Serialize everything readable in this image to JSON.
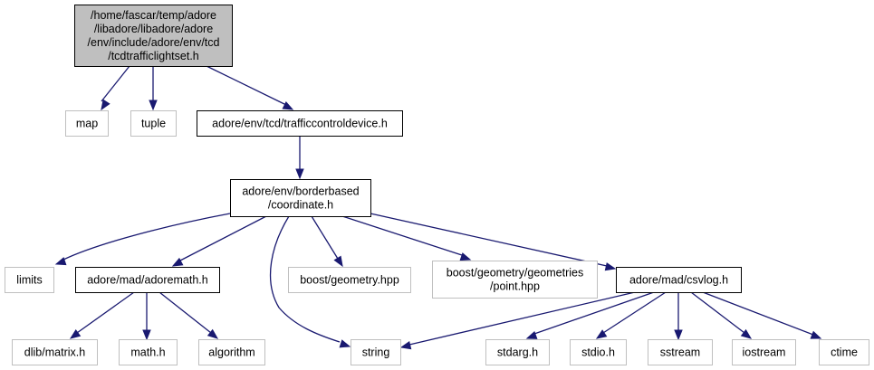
{
  "diagram": {
    "type": "include-dependency-graph",
    "colors": {
      "edge": "#191970",
      "root_fill": "#bfbfbf",
      "root_border": "#000000",
      "local_border": "#000000",
      "external_border": "#bfbfbf",
      "background": "#ffffff"
    },
    "nodes": [
      {
        "id": "root",
        "kind": "root",
        "lines": [
          "/home/fascar/temp/adore",
          "/libadore/libadore/adore",
          "/env/include/adore/env/tcd",
          "/tcdtrafficlightset.h"
        ]
      },
      {
        "id": "map",
        "kind": "external",
        "lines": [
          "map"
        ]
      },
      {
        "id": "tuple",
        "kind": "external",
        "lines": [
          "tuple"
        ]
      },
      {
        "id": "tcd",
        "kind": "local",
        "lines": [
          "adore/env/tcd/trafficcontroldevice.h"
        ]
      },
      {
        "id": "coord",
        "kind": "local",
        "lines": [
          "adore/env/borderbased",
          "/coordinate.h"
        ]
      },
      {
        "id": "limits",
        "kind": "external",
        "lines": [
          "limits"
        ]
      },
      {
        "id": "adoremath",
        "kind": "local",
        "lines": [
          "adore/mad/adoremath.h"
        ]
      },
      {
        "id": "bgeom",
        "kind": "external",
        "lines": [
          "boost/geometry.hpp"
        ]
      },
      {
        "id": "bpoint",
        "kind": "external",
        "lines": [
          "boost/geometry/geometries",
          "/point.hpp"
        ]
      },
      {
        "id": "csvlog",
        "kind": "local",
        "lines": [
          "adore/mad/csvlog.h"
        ]
      },
      {
        "id": "dlib",
        "kind": "external",
        "lines": [
          "dlib/matrix.h"
        ]
      },
      {
        "id": "math",
        "kind": "external",
        "lines": [
          "math.h"
        ]
      },
      {
        "id": "algorithm",
        "kind": "external",
        "lines": [
          "algorithm"
        ]
      },
      {
        "id": "string",
        "kind": "external",
        "lines": [
          "string"
        ]
      },
      {
        "id": "stdarg",
        "kind": "external",
        "lines": [
          "stdarg.h"
        ]
      },
      {
        "id": "stdio",
        "kind": "external",
        "lines": [
          "stdio.h"
        ]
      },
      {
        "id": "sstream",
        "kind": "external",
        "lines": [
          "sstream"
        ]
      },
      {
        "id": "iostream",
        "kind": "external",
        "lines": [
          "iostream"
        ]
      },
      {
        "id": "ctime",
        "kind": "external",
        "lines": [
          "ctime"
        ]
      }
    ],
    "edges": [
      {
        "from": "root",
        "to": "map"
      },
      {
        "from": "root",
        "to": "tuple"
      },
      {
        "from": "root",
        "to": "tcd"
      },
      {
        "from": "tcd",
        "to": "coord"
      },
      {
        "from": "coord",
        "to": "limits"
      },
      {
        "from": "coord",
        "to": "adoremath"
      },
      {
        "from": "coord",
        "to": "string"
      },
      {
        "from": "coord",
        "to": "bgeom"
      },
      {
        "from": "coord",
        "to": "bpoint"
      },
      {
        "from": "coord",
        "to": "csvlog"
      },
      {
        "from": "adoremath",
        "to": "dlib"
      },
      {
        "from": "adoremath",
        "to": "math"
      },
      {
        "from": "adoremath",
        "to": "algorithm"
      },
      {
        "from": "csvlog",
        "to": "string"
      },
      {
        "from": "csvlog",
        "to": "stdarg"
      },
      {
        "from": "csvlog",
        "to": "stdio"
      },
      {
        "from": "csvlog",
        "to": "sstream"
      },
      {
        "from": "csvlog",
        "to": "iostream"
      },
      {
        "from": "csvlog",
        "to": "ctime"
      }
    ]
  }
}
